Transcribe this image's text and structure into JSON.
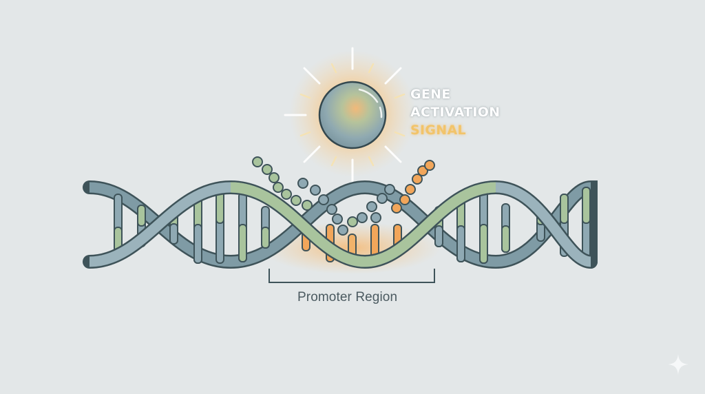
{
  "illustration": {
    "title_lines": [
      "GENE",
      "ACTIVATION",
      "SIGNAL"
    ],
    "region_label": "Promoter Region",
    "colors": {
      "background": "#e3e7e8",
      "strand_blue": "#8fa9b3",
      "strand_green": "#a9c49d",
      "outline": "#3e5359",
      "active_orange": "#f2a65a",
      "glow": "#f7c98a",
      "sphere_core": "#f1b97a",
      "sphere_edge": "#8ea9b2",
      "title_white": "#ffffff",
      "title_accent": "#f2c46a",
      "label_text": "#4b5a60"
    },
    "elements": {
      "signal_sphere": "glowing-sphere-with-rays",
      "dna": "double-helix-with-base-pairs",
      "bead_chains": [
        "green-bead-chain",
        "blue-bead-chain",
        "blue-orange-bead-chain"
      ],
      "bracket": "promoter-bracket",
      "corner_mark": "sparkle-icon"
    }
  }
}
